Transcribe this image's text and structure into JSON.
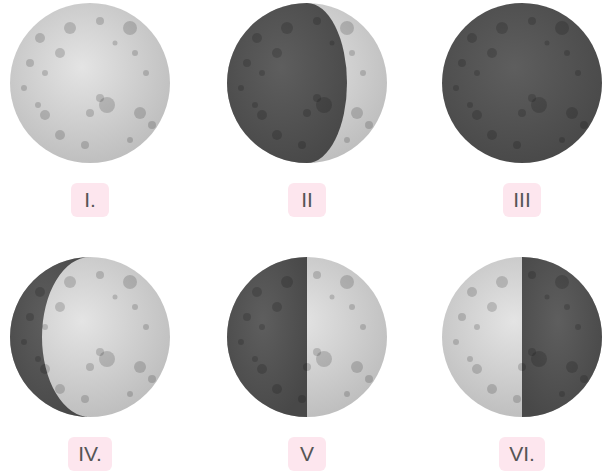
{
  "diagram": {
    "nodes": [
      {
        "text": [
          "I."
        ]
      },
      {
        "text": [
          "II"
        ]
      },
      {
        "text": [
          "III"
        ]
      },
      {
        "text": [
          "IV."
        ]
      },
      {
        "text": [
          "V"
        ]
      },
      {
        "text": [
          "VI."
        ]
      }
    ]
  }
}
